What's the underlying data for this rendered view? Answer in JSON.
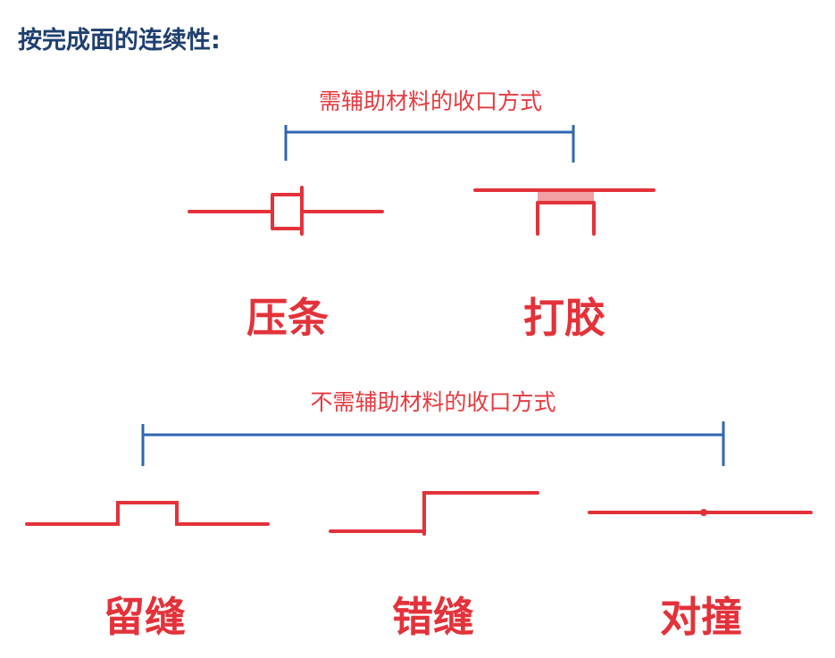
{
  "title": "按完成面的连续性:",
  "group_with_material": {
    "label": "需辅助材料的收口方式",
    "items": [
      {
        "label": "压条"
      },
      {
        "label": "打胶"
      }
    ]
  },
  "group_without_material": {
    "label": "不需辅助材料的收口方式",
    "items": [
      {
        "label": "留缝"
      },
      {
        "label": "错缝"
      },
      {
        "label": "对撞"
      }
    ]
  },
  "colors": {
    "title": "#1f3f6f",
    "accent_red": "#e3323a",
    "bracket_blue": "#2f66b3"
  }
}
